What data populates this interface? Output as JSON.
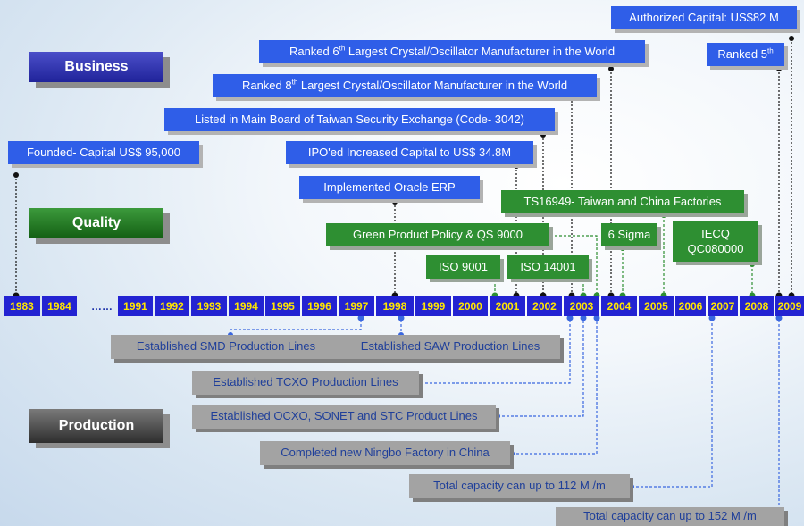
{
  "categories": {
    "business": "Business",
    "quality": "Quality",
    "production": "Production"
  },
  "timeline": {
    "years": [
      "1983",
      "1984",
      "1991",
      "1992",
      "1993",
      "1994",
      "1995",
      "1996",
      "1997",
      "1998",
      "1999",
      "2000",
      "2001",
      "2002",
      "2003",
      "2004",
      "2005",
      "2006",
      "2007",
      "2008",
      "2009"
    ],
    "ellipsis": "……"
  },
  "business": {
    "authorized_capital": "Authorized Capital: US$82 M",
    "ranked_6th_pre": "Ranked 6",
    "ranked_6th_sup": "th",
    "ranked_6th_post": " Largest Crystal/Oscillator Manufacturer in the World",
    "ranked_5th_pre": "Ranked 5",
    "ranked_5th_sup": "th",
    "ranked_8th_pre": "Ranked 8",
    "ranked_8th_sup": "th",
    "ranked_8th_post": " Largest Crystal/Oscillator Manufacturer in the World",
    "listed": "Listed in Main Board of Taiwan Security Exchange (Code- 3042)",
    "founded": "Founded- Capital US$ 95,000",
    "ipo": "IPO'ed Increased Capital to US$ 34.8M",
    "oracle": "Implemented Oracle ERP"
  },
  "quality": {
    "ts16949": "TS16949- Taiwan and China Factories",
    "green": "Green Product Policy & QS 9000",
    "six_sigma": "6 Sigma",
    "iecq": "IECQ QC080000",
    "iso9001": "ISO 9001",
    "iso14001": "ISO 14001"
  },
  "production": {
    "smd": "Established SMD Production Lines",
    "saw": "Established SAW Production Lines",
    "tcxo": "Established TCXO Production Lines",
    "ocxo": "Established OCXO, SONET and STC Product Lines",
    "ningbo": "Completed new Ningbo Factory in China",
    "cap112": "Total capacity can up to 112 M /m",
    "cap152": "Total capacity can up to 152 M /m"
  },
  "colors": {
    "business": "#2f5ee8",
    "quality": "#2e8f32",
    "production_box": "#a3a3a3",
    "production_text": "#1f3f9a",
    "year_bg": "#2323d2",
    "year_text": "#ffe600"
  }
}
